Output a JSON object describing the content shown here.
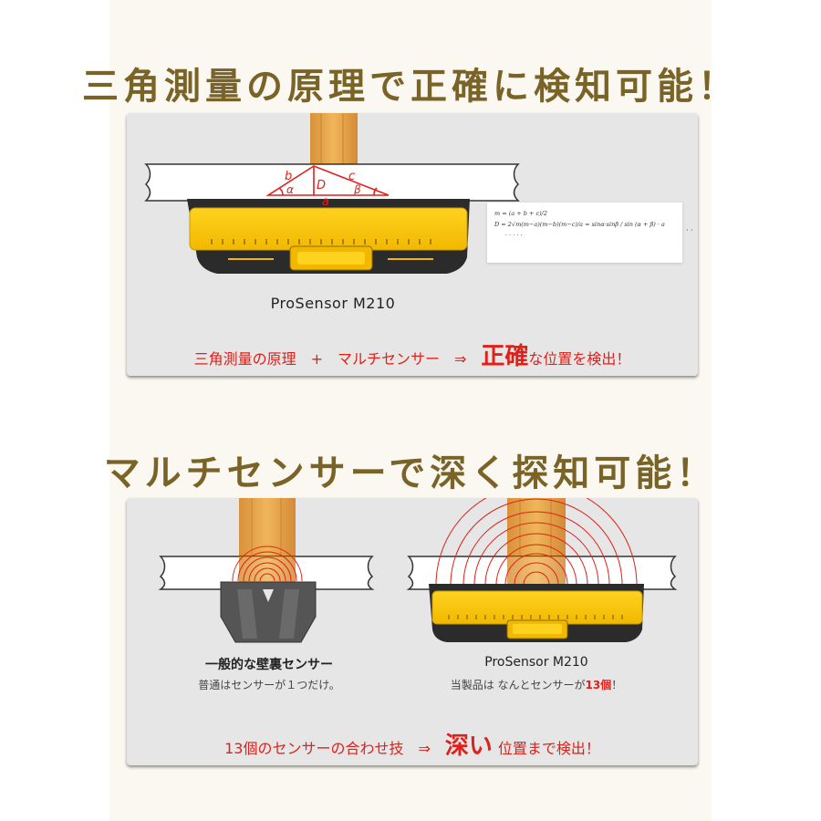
{
  "section1": {
    "headline": "三角測量の原理で正確に検知可能！",
    "formula": {
      "line1": "m = (a + b + c)/2",
      "line2": "D = 2√m(m−a)(m−b)(m−c)/a = sinα·sinβ / sin (α + β) · a",
      "line3": "· · · · ·",
      "trailing_dots": "· ·"
    },
    "triangle_labels": {
      "b": "b",
      "c": "c",
      "a": "a",
      "alpha": "α",
      "beta": "β",
      "D": "D"
    },
    "product_name": "ProSensor M210",
    "tagline": {
      "part1": "三角測量の原理",
      "plus": "+",
      "part2": "マルチセンサー",
      "arrow": "⇒",
      "emphasis": "正確",
      "part3": "な位置を検出！"
    }
  },
  "section2": {
    "headline": "マルチセンサーで深く探知可能！",
    "left": {
      "title": "一般的な壁裏センサー",
      "subtitle": "普通はセンサーが１つだけ。"
    },
    "right": {
      "title": "ProSensor M210",
      "subtitle_prefix": "当製品は なんとセンサーが",
      "subtitle_count": "13個",
      "subtitle_suffix": "！"
    },
    "tagline": {
      "part1": "13個のセンサーの合わせ技",
      "arrow": "⇒",
      "emphasis": "深い",
      "part2": "位置まで検出！"
    }
  },
  "colors": {
    "headline": "#7a6326",
    "panel": "#e6e6e6",
    "red": "#e0201a",
    "yellow": "#f5c400",
    "wood": "#e8a94a",
    "dark": "#2b2b2b"
  }
}
